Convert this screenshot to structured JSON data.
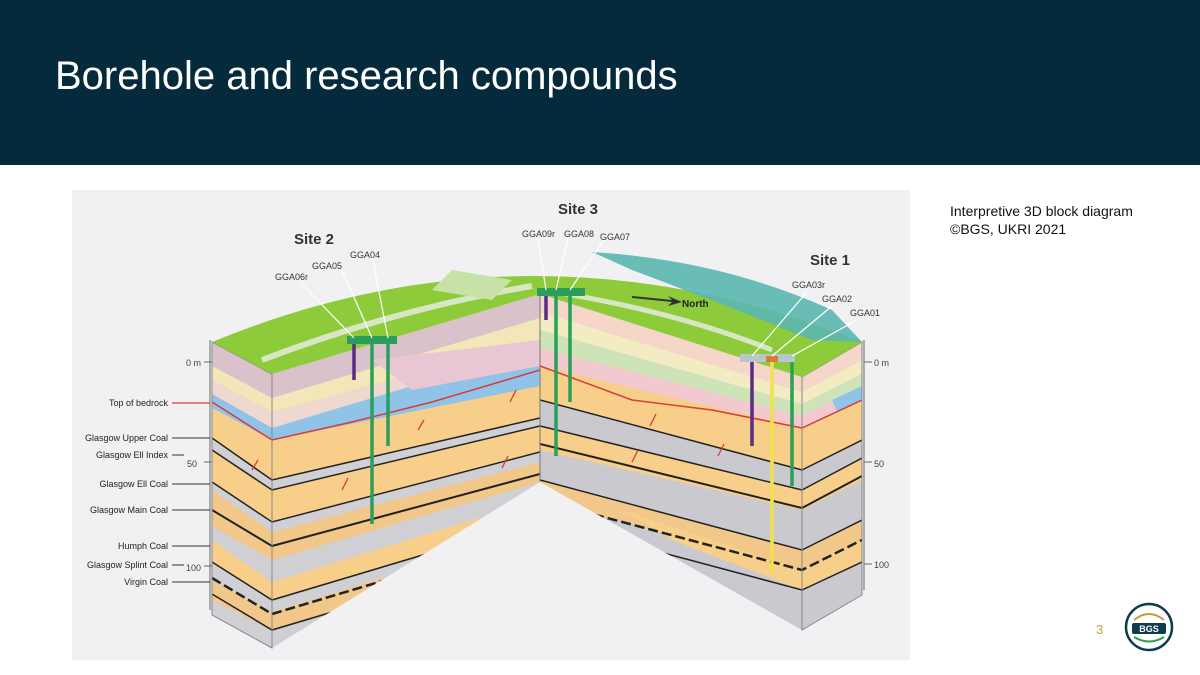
{
  "slide": {
    "title": "Borehole and research compounds",
    "page_number": "3"
  },
  "caption": {
    "line1": "Interpretive 3D block diagram",
    "line2": "©BGS, UKRI 2021"
  },
  "diagram": {
    "sites": {
      "site2": {
        "label": "Site 2",
        "boreholes": [
          "GGA04",
          "GGA05",
          "GGA06r"
        ]
      },
      "site3": {
        "label": "Site 3",
        "boreholes": [
          "GGA09r",
          "GGA08",
          "GGA07"
        ]
      },
      "site1": {
        "label": "Site 1",
        "boreholes": [
          "GGA03r",
          "GGA02",
          "GGA01"
        ]
      }
    },
    "north_label": "North",
    "depth_left": [
      "0 m",
      "50",
      "100"
    ],
    "depth_right": [
      "0 m",
      "50",
      "100"
    ],
    "strata_labels": [
      "Top of bedrock",
      "Glasgow Upper Coal",
      "Glasgow Ell Index",
      "Glasgow Ell Coal",
      "Glasgow Main Coal",
      "Humph Coal",
      "Glasgow Splint Coal",
      "Virgin Coal"
    ]
  },
  "logo": {
    "text": "BGS",
    "icon": "bgs-logo"
  },
  "colors": {
    "header_bg": "#042a3b",
    "surface_green": "#8ecb3a",
    "sandstone": "#f7cf8a",
    "mudstone": "#c9c9cf",
    "bedrock_line": "#d83a3a",
    "borehole_green": "#2b9e5a",
    "borehole_purple": "#5a2c86",
    "borehole_yellow": "#f0e24a",
    "page_number": "#c49a3c"
  }
}
